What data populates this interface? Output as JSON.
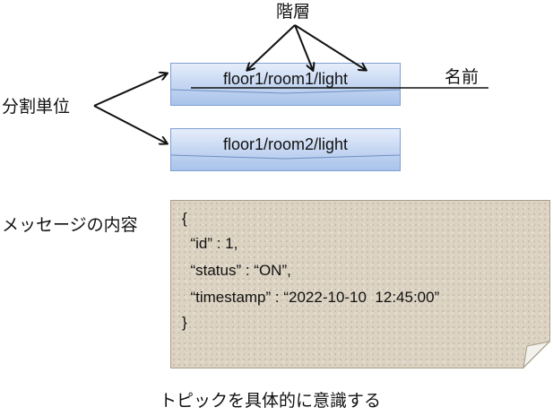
{
  "labels": {
    "hierarchy": "階層",
    "name": "名前",
    "division_unit": "分割単位",
    "message_content": "メッセージの内容",
    "caption": "トピックを具体的に意識する"
  },
  "topics": [
    "floor1/room1/light",
    "floor1/room2/light"
  ],
  "message_lines": [
    "{",
    "  “id” : 1,",
    "  “status” : “ON”,",
    "  “timestamp” : “2022-10-10  12:45:00”",
    "}"
  ]
}
